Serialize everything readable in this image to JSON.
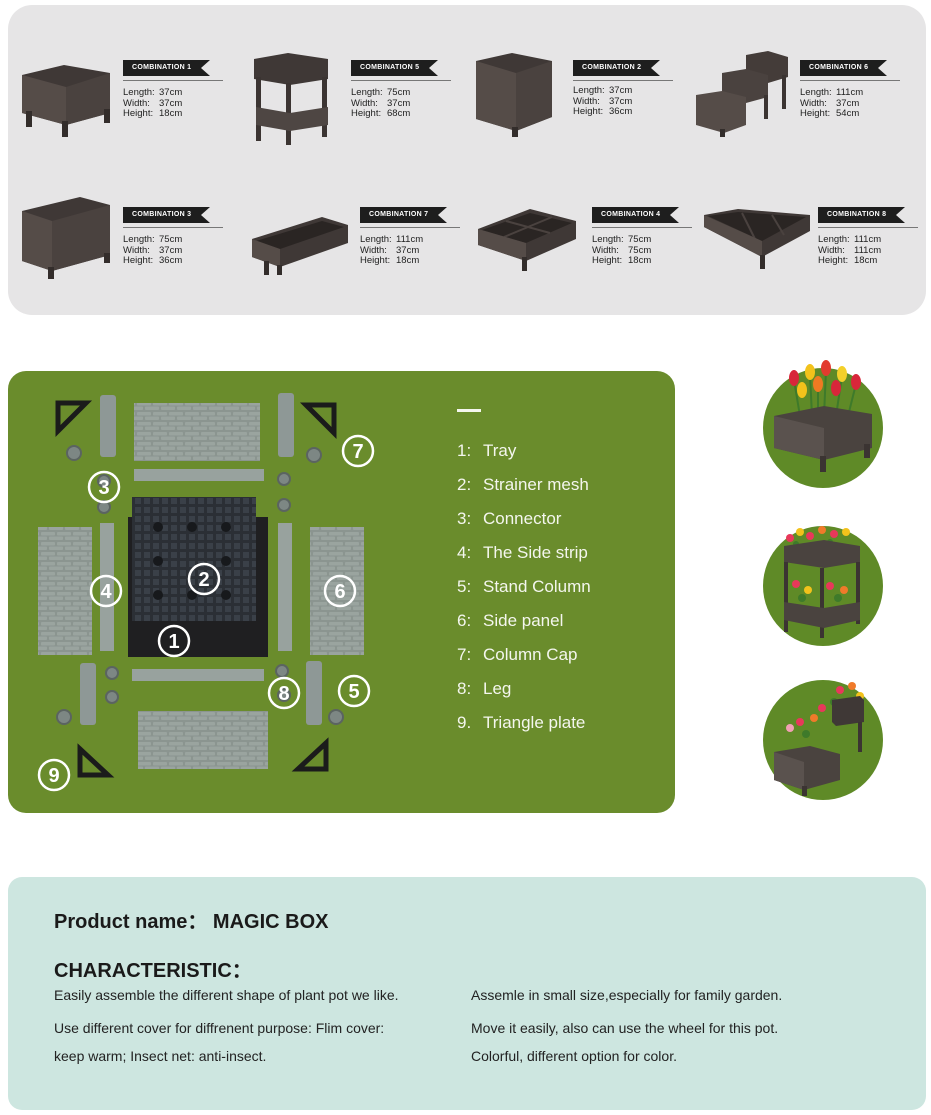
{
  "combinations": [
    {
      "label": "COMBINATION 1",
      "length": "37cm",
      "width": "37cm",
      "height": "18cm"
    },
    {
      "label": "COMBINATION 5",
      "length": "75cm",
      "width": "37cm",
      "height": "68cm"
    },
    {
      "label": "COMBINATION 2",
      "length": "37cm",
      "width": "37cm",
      "height": "36cm"
    },
    {
      "label": "COMBINATION 6",
      "length": "111cm",
      "width": "37cm",
      "height": "54cm"
    },
    {
      "label": "COMBINATION 3",
      "length": "75cm",
      "width": "37cm",
      "height": "36cm"
    },
    {
      "label": "COMBINATION 7",
      "length": "111cm",
      "width": "37cm",
      "height": "18cm"
    },
    {
      "label": "COMBINATION 4",
      "length": "75cm",
      "width": "75cm",
      "height": "18cm"
    },
    {
      "label": "COMBINATION 8",
      "length": "111cm",
      "width": "111cm",
      "height": "18cm"
    }
  ],
  "spec_keys": {
    "length": "Length:",
    "width": "Width:",
    "height": "Height:"
  },
  "parts": [
    {
      "num": "1:",
      "name": "Tray"
    },
    {
      "num": "2:",
      "name": "Strainer mesh"
    },
    {
      "num": "3:",
      "name": "Connector"
    },
    {
      "num": "4:",
      "name": "The Side strip"
    },
    {
      "num": "5:",
      "name": "Stand Column"
    },
    {
      "num": "6:",
      "name": "Side panel"
    },
    {
      "num": "7:",
      "name": "Column Cap"
    },
    {
      "num": "8:",
      "name": "Leg"
    },
    {
      "num": "9.",
      "name": "Triangle plate"
    }
  ],
  "part_markers": [
    "1",
    "2",
    "3",
    "4",
    "5",
    "6",
    "7",
    "8",
    "9"
  ],
  "info": {
    "product_name": "Product name： MAGIC BOX",
    "characteristic_title": "CHARACTERISTIC：",
    "left_lines": [
      "Easily assemble the different shape of plant pot we like.",
      "Use different cover for diffrenent purpose: Flim cover:",
      "keep warm; Insect net: anti-insect."
    ],
    "right_lines": [
      "Assemle in small size,especially for family garden.",
      "Move it easily, also can use the wheel for this pot.",
      "Colorful, different option for color."
    ]
  },
  "colors": {
    "combo_bg": "#e6e5e6",
    "parts_bg": "#6a8c2c",
    "info_bg": "#cde6e0",
    "planter_brown": "#4a4340",
    "tag_black": "#1e1e1e"
  }
}
